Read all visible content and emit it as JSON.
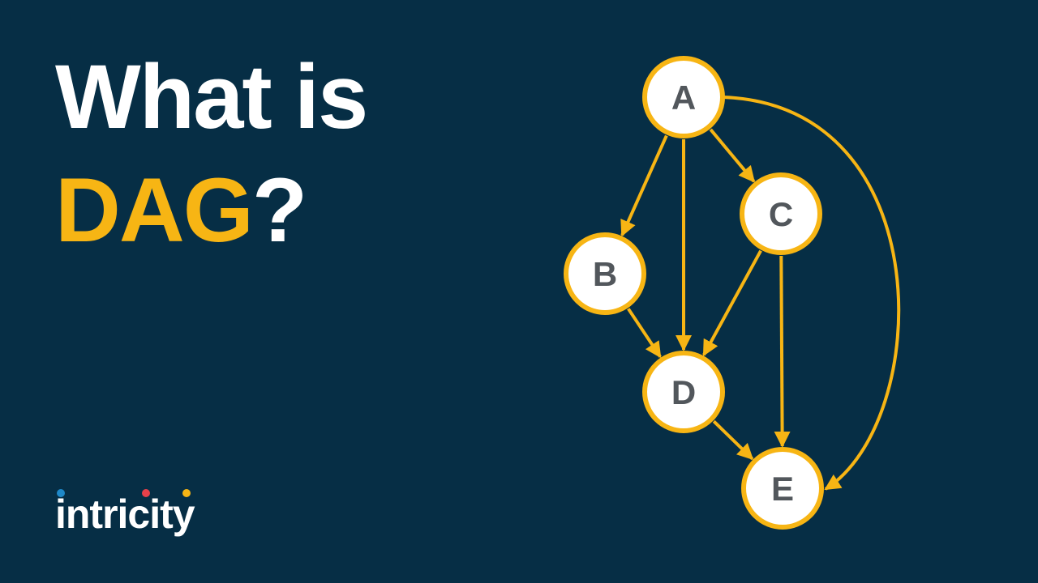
{
  "title": {
    "line1": "What is",
    "accent": "DAG",
    "suffix": "?"
  },
  "brand": {
    "name": "intricity"
  },
  "colors": {
    "background": "#062e45",
    "accent": "#f7b514",
    "node_fill": "#ffffff",
    "node_label": "#52575c"
  },
  "diagram": {
    "nodes": [
      {
        "id": "A",
        "label": "A"
      },
      {
        "id": "B",
        "label": "B"
      },
      {
        "id": "C",
        "label": "C"
      },
      {
        "id": "D",
        "label": "D"
      },
      {
        "id": "E",
        "label": "E"
      }
    ],
    "edges": [
      {
        "from": "A",
        "to": "B"
      },
      {
        "from": "A",
        "to": "D"
      },
      {
        "from": "A",
        "to": "C"
      },
      {
        "from": "A",
        "to": "E"
      },
      {
        "from": "B",
        "to": "D"
      },
      {
        "from": "C",
        "to": "D"
      },
      {
        "from": "C",
        "to": "E"
      },
      {
        "from": "D",
        "to": "E"
      }
    ]
  }
}
